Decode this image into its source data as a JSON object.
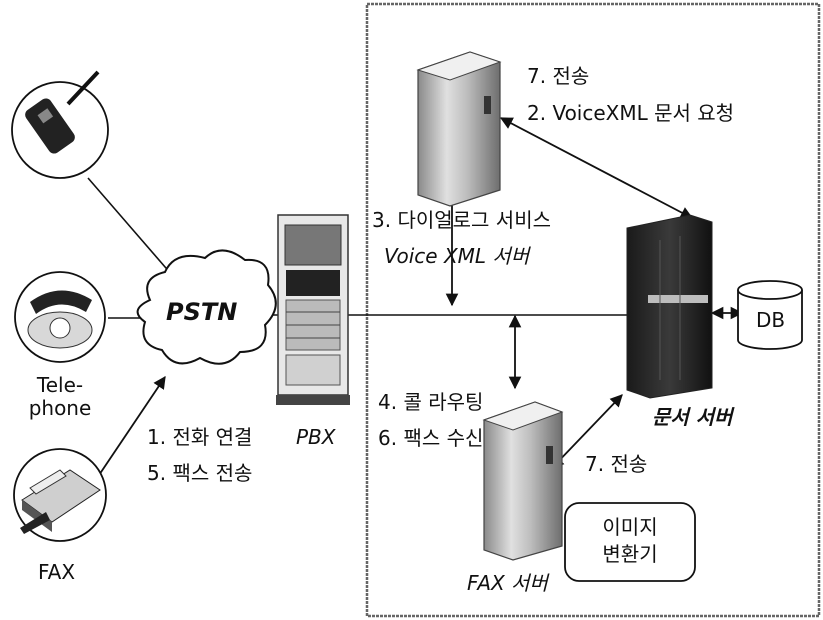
{
  "nodes": {
    "pstn": "PSTN",
    "pbx": "PBX",
    "telephone": "Tele-\nphone",
    "fax": "FAX",
    "voicexml_server": "Voice XML 서버",
    "document_server": "문서 서버",
    "fax_server": "FAX 서버",
    "db": "DB",
    "image_converter": "이미지\n변환기"
  },
  "steps": {
    "s1": "1. 전화 연결",
    "s5": "5. 팩스 전송",
    "s3": "3. 다이얼로그 서비스",
    "s7_top": "7. 전송",
    "s2": "2. VoiceXML 문서 요청",
    "s4": "4. 콜 라우팅",
    "s6": "6. 팩스 수신",
    "s7_bottom": "7. 전송"
  },
  "icons": [
    "mobile-phone-icon",
    "telephone-icon",
    "fax-machine-icon",
    "pbx-cabinet-icon",
    "voicexml-server-tower-icon",
    "document-server-rack-icon",
    "fax-server-tower-icon",
    "db-cylinder-icon",
    "pstn-cloud-icon"
  ]
}
